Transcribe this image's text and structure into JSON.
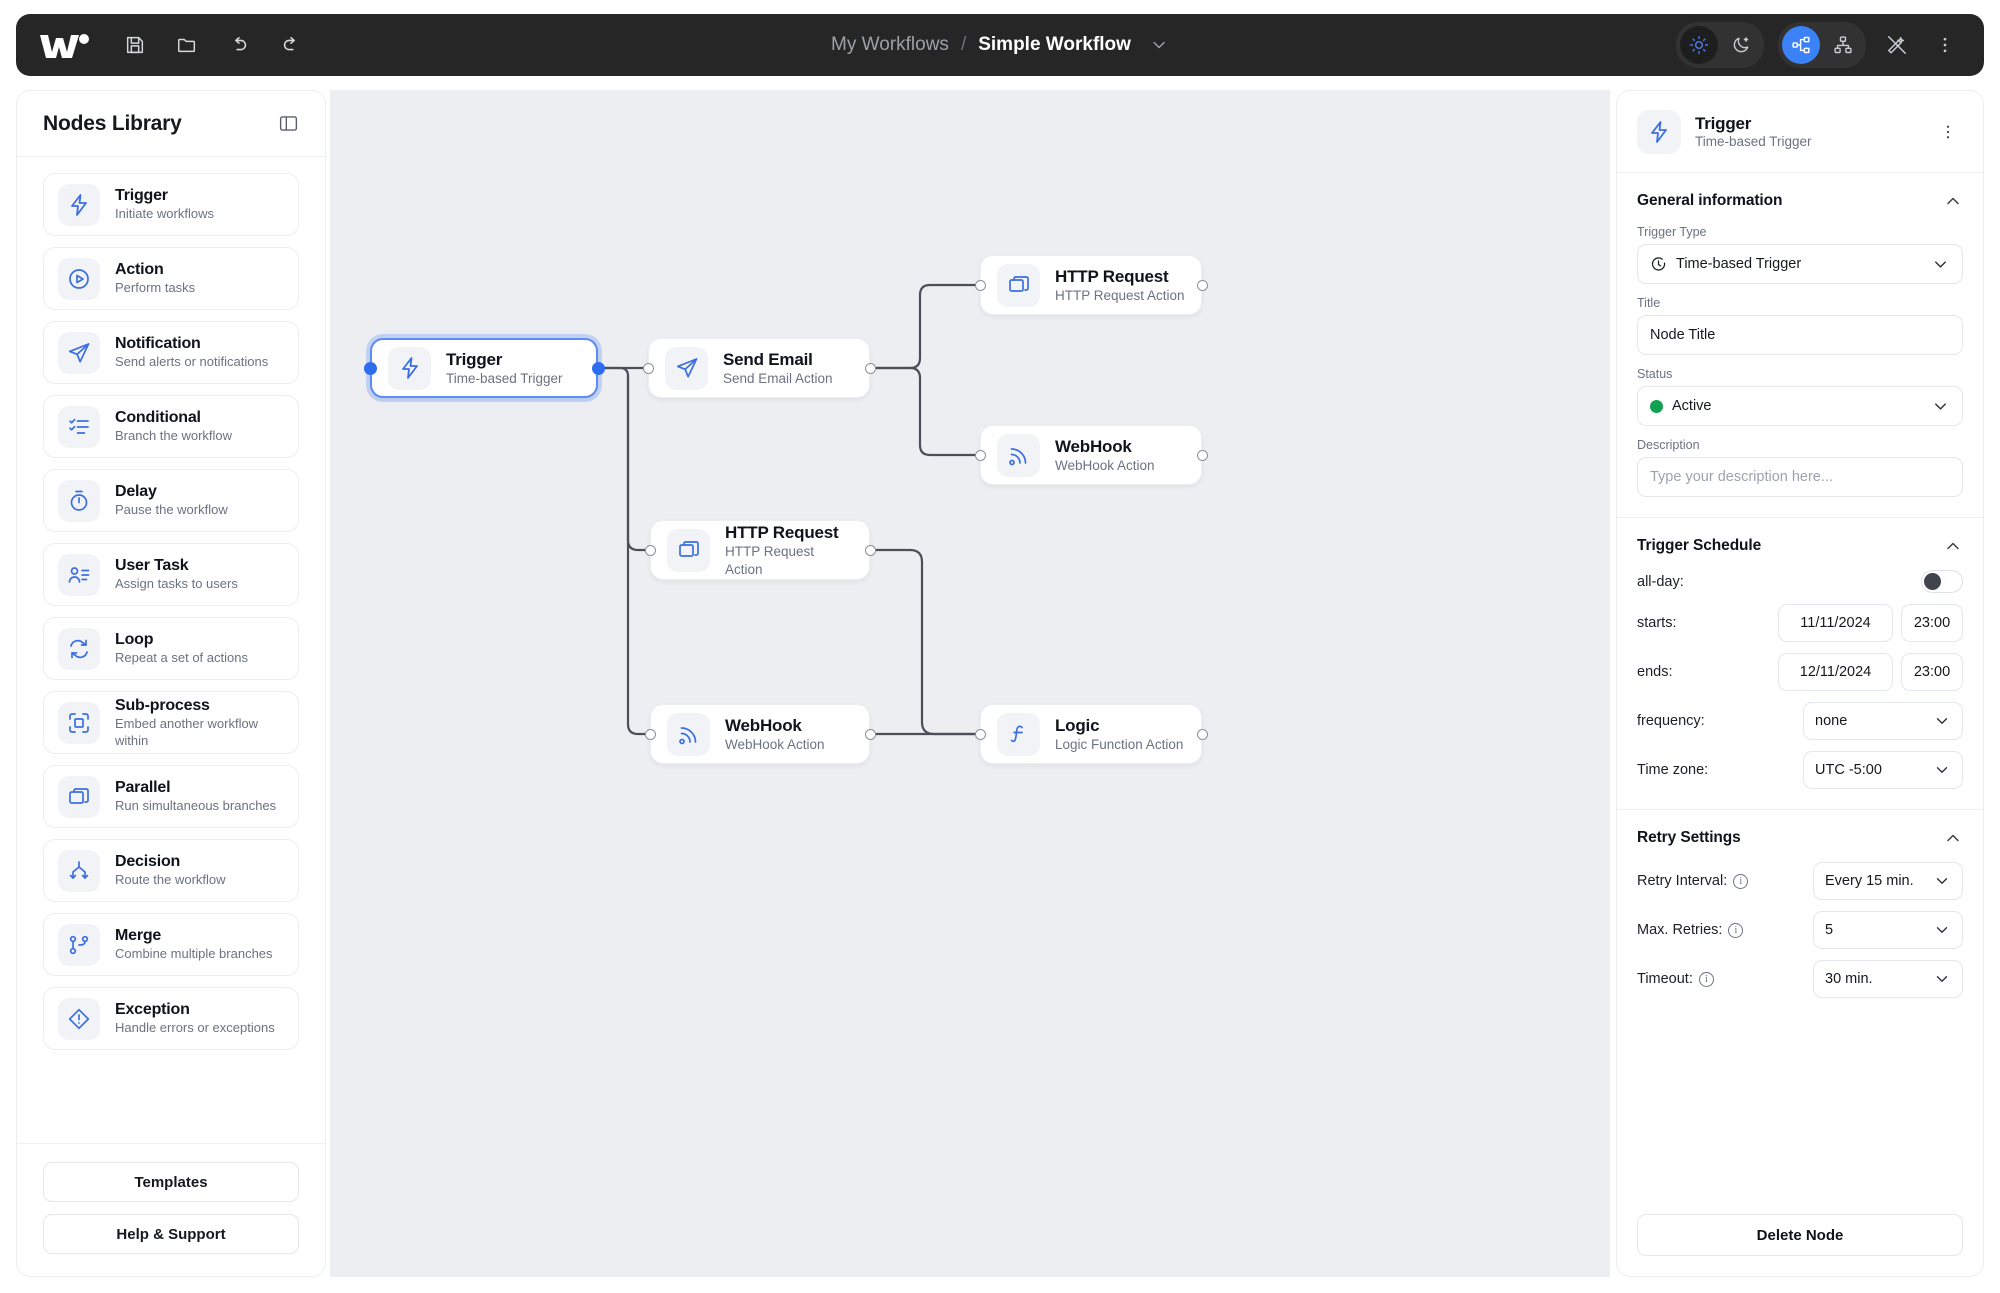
{
  "topbar": {
    "logo_name": "app-logo",
    "tools": [
      {
        "name": "save-icon",
        "label": "Save"
      },
      {
        "name": "folder-open-icon",
        "label": "Open"
      },
      {
        "name": "undo-icon",
        "label": "Undo"
      },
      {
        "name": "redo-icon",
        "label": "Redo"
      }
    ],
    "breadcrumb": {
      "parent": "My Workflows",
      "separator": "/",
      "current": "Simple Workflow"
    },
    "right_controls": [
      {
        "name": "sun-icon",
        "label": "Light theme",
        "state": "active"
      },
      {
        "name": "moon-icon",
        "label": "Dark theme",
        "state": "inactive"
      },
      {
        "name": "horizontal-layout-icon",
        "label": "Horizontal layout",
        "state": "selected"
      },
      {
        "name": "vertical-layout-icon",
        "label": "Vertical layout",
        "state": "inactive"
      },
      {
        "name": "magic-wand-icon",
        "label": "Auto arrange",
        "state": "inactive"
      },
      {
        "name": "more-vertical-icon",
        "label": "More options",
        "state": "inactive"
      }
    ]
  },
  "sidebar": {
    "title": "Nodes Library",
    "collapse_label": "Collapse panel",
    "items": [
      {
        "icon": "lightning-icon",
        "name": "Trigger",
        "desc": "Initiate workflows"
      },
      {
        "icon": "play-circle-icon",
        "name": "Action",
        "desc": "Perform tasks"
      },
      {
        "icon": "send-icon",
        "name": "Notification",
        "desc": "Send alerts or notifications"
      },
      {
        "icon": "checklist-icon",
        "name": "Conditional",
        "desc": "Branch the workflow"
      },
      {
        "icon": "timer-icon",
        "name": "Delay",
        "desc": "Pause the workflow"
      },
      {
        "icon": "user-list-icon",
        "name": "User Task",
        "desc": "Assign tasks to users"
      },
      {
        "icon": "loop-icon",
        "name": "Loop",
        "desc": "Repeat a set of actions"
      },
      {
        "icon": "scan-icon",
        "name": "Sub-process",
        "desc": "Embed another workflow within"
      },
      {
        "icon": "layers-icon",
        "name": "Parallel",
        "desc": "Run simultaneous branches"
      },
      {
        "icon": "split-icon",
        "name": "Decision",
        "desc": "Route the workflow"
      },
      {
        "icon": "merge-icon",
        "name": "Merge",
        "desc": "Combine multiple branches"
      },
      {
        "icon": "alert-diamond-icon",
        "name": "Exception",
        "desc": "Handle errors or exceptions"
      }
    ],
    "footer": {
      "templates": "Templates",
      "help": "Help & Support"
    }
  },
  "canvas": {
    "nodes": [
      {
        "id": "trigger",
        "icon": "lightning-icon",
        "title": "Trigger",
        "sub": "Time-based Trigger",
        "selected": true
      },
      {
        "id": "email",
        "icon": "send-icon",
        "title": "Send Email",
        "sub": "Send Email Action",
        "selected": false
      },
      {
        "id": "http1",
        "icon": "layers-icon",
        "title": "HTTP Request",
        "sub": "HTTP Request Action",
        "selected": false
      },
      {
        "id": "webhook1",
        "icon": "rss-icon",
        "title": "WebHook",
        "sub": "WebHook Action",
        "selected": false
      },
      {
        "id": "http2",
        "icon": "layers-icon",
        "title": "HTTP Request",
        "sub": "HTTP Request Action",
        "selected": false
      },
      {
        "id": "webhook2",
        "icon": "rss-icon",
        "title": "WebHook",
        "sub": "WebHook Action",
        "selected": false
      },
      {
        "id": "logic",
        "icon": "function-icon",
        "title": "Logic",
        "sub": "Logic Function Action",
        "selected": false
      }
    ],
    "edges": [
      {
        "from": "trigger",
        "to": "email"
      },
      {
        "from": "trigger",
        "to": "http2"
      },
      {
        "from": "trigger",
        "to": "webhook2"
      },
      {
        "from": "email",
        "to": "http1"
      },
      {
        "from": "email",
        "to": "webhook1"
      },
      {
        "from": "http2",
        "to": "logic"
      },
      {
        "from": "webhook2",
        "to": "logic"
      }
    ],
    "background_color": "#eceef2",
    "edge_color": "#4a4f58"
  },
  "panel": {
    "header": {
      "icon": "lightning-icon",
      "title": "Trigger",
      "subtitle": "Time-based Trigger",
      "menu_label": "Node options"
    },
    "general": {
      "section_title": "General information",
      "trigger_type_label": "Trigger Type",
      "trigger_type_value": "Time-based Trigger",
      "trigger_type_icon": "clock-icon",
      "title_label": "Title",
      "title_value": "Node Title",
      "status_label": "Status",
      "status_value": "Active",
      "status_color": "#12a150",
      "description_label": "Description",
      "description_placeholder": "Type your description here...",
      "description_value": ""
    },
    "schedule": {
      "section_title": "Trigger Schedule",
      "all_day_label": "all-day:",
      "all_day_on": false,
      "starts_label": "starts:",
      "starts_date": "11/11/2024",
      "starts_time": "23:00",
      "ends_label": "ends:",
      "ends_date": "12/11/2024",
      "ends_time": "23:00",
      "frequency_label": "frequency:",
      "frequency_value": "none",
      "timezone_label": "Time zone:",
      "timezone_value": "UTC -5:00"
    },
    "retry": {
      "section_title": "Retry Settings",
      "retry_interval_label": "Retry Interval:",
      "retry_interval_value": "Every 15 min.",
      "max_retries_label": "Max. Retries:",
      "max_retries_value": "5",
      "timeout_label": "Timeout:",
      "timeout_value": "30 min."
    },
    "delete_label": "Delete Node"
  },
  "colors": {
    "accent_blue": "#3b82f6",
    "icon_blue": "#3b6fe0",
    "topbar_dark": "#262626",
    "canvas_bg": "#eceef2"
  }
}
